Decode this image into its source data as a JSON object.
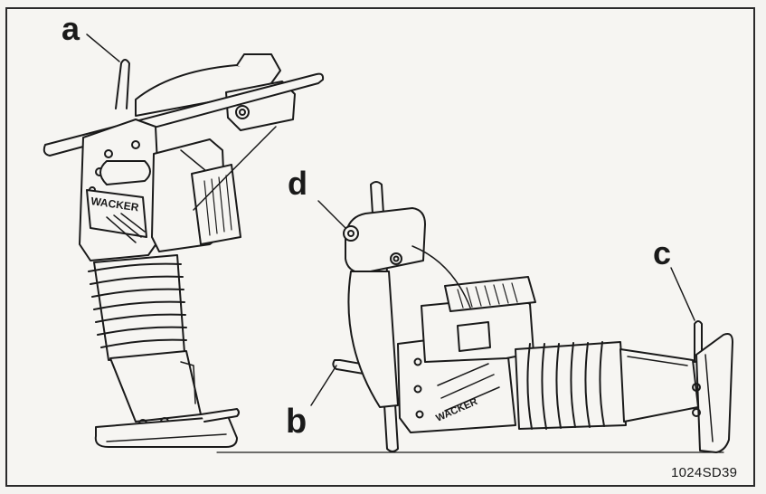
{
  "figure": {
    "callouts": {
      "a": "a",
      "b": "b",
      "c": "c",
      "d": "d"
    },
    "brand_mark": "WACKER",
    "figure_code": "1024SD39"
  },
  "colors": {
    "ink": "#1a1a1a",
    "paper": "#f6f5f2",
    "frame": "#2a2a2a"
  }
}
